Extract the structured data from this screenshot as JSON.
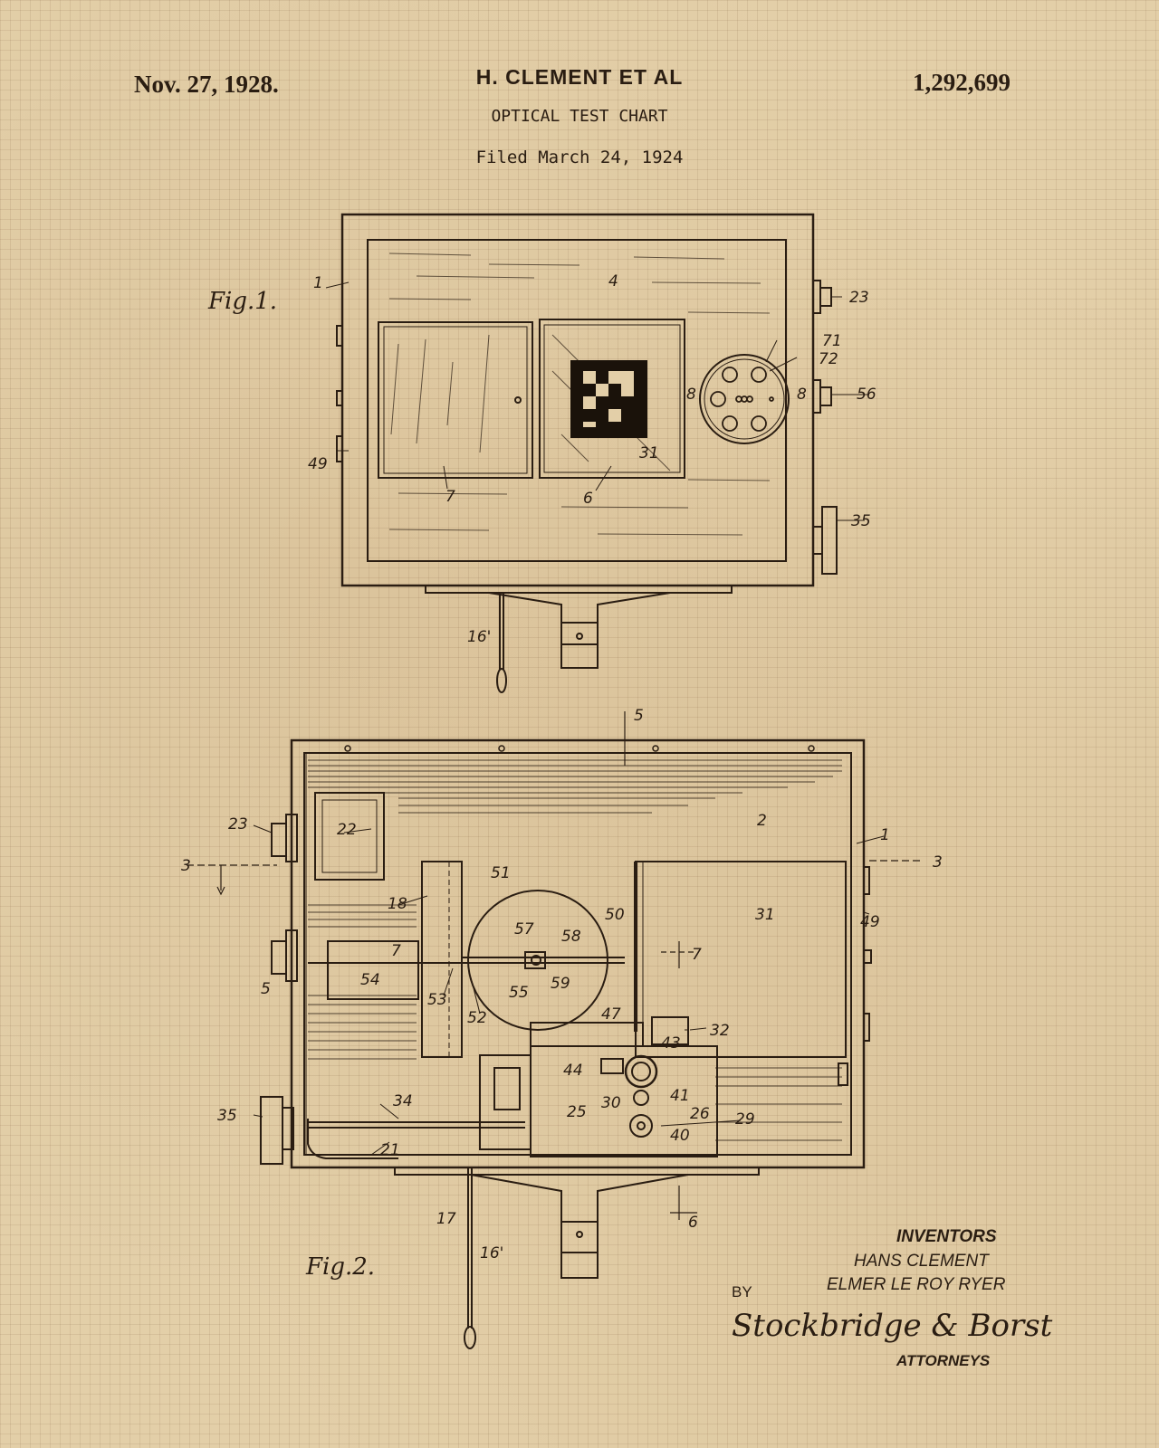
{
  "header": {
    "date": "Nov. 27, 1928.",
    "inventor": "H. CLEMENT ET AL",
    "patent_number": "1,292,699",
    "title": "OPTICAL TEST CHART",
    "filed": "Filed March 24, 1924"
  },
  "figures": {
    "fig1_label": "Fig.1.",
    "fig2_label": "Fig.2.",
    "fig1_refs": [
      "1",
      "4",
      "23",
      "71",
      "72",
      "8",
      "8",
      "56",
      "49",
      "7",
      "6",
      "31",
      "35",
      "16'"
    ],
    "fig2_refs": [
      "5",
      "23",
      "22",
      "2",
      "1",
      "3",
      "3",
      "51",
      "18",
      "50",
      "31",
      "49",
      "7",
      "57",
      "58",
      "7",
      "54",
      "5",
      "53",
      "55",
      "59",
      "52",
      "47",
      "32",
      "43",
      "44",
      "41",
      "25",
      "30",
      "26",
      "29",
      "40",
      "35",
      "34",
      "21",
      "17",
      "16'",
      "6"
    ]
  },
  "footer": {
    "inventors_label": "INVENTORS",
    "inventor_1": "HANS CLEMENT",
    "inventor_2": "ELMER LE ROY RYER",
    "by": "BY",
    "signature": "Stockbridge & Borst",
    "attorneys_label": "ATTORNEYS"
  },
  "colors": {
    "paper": "#e3cfa8",
    "ink": "#2a1d12"
  }
}
